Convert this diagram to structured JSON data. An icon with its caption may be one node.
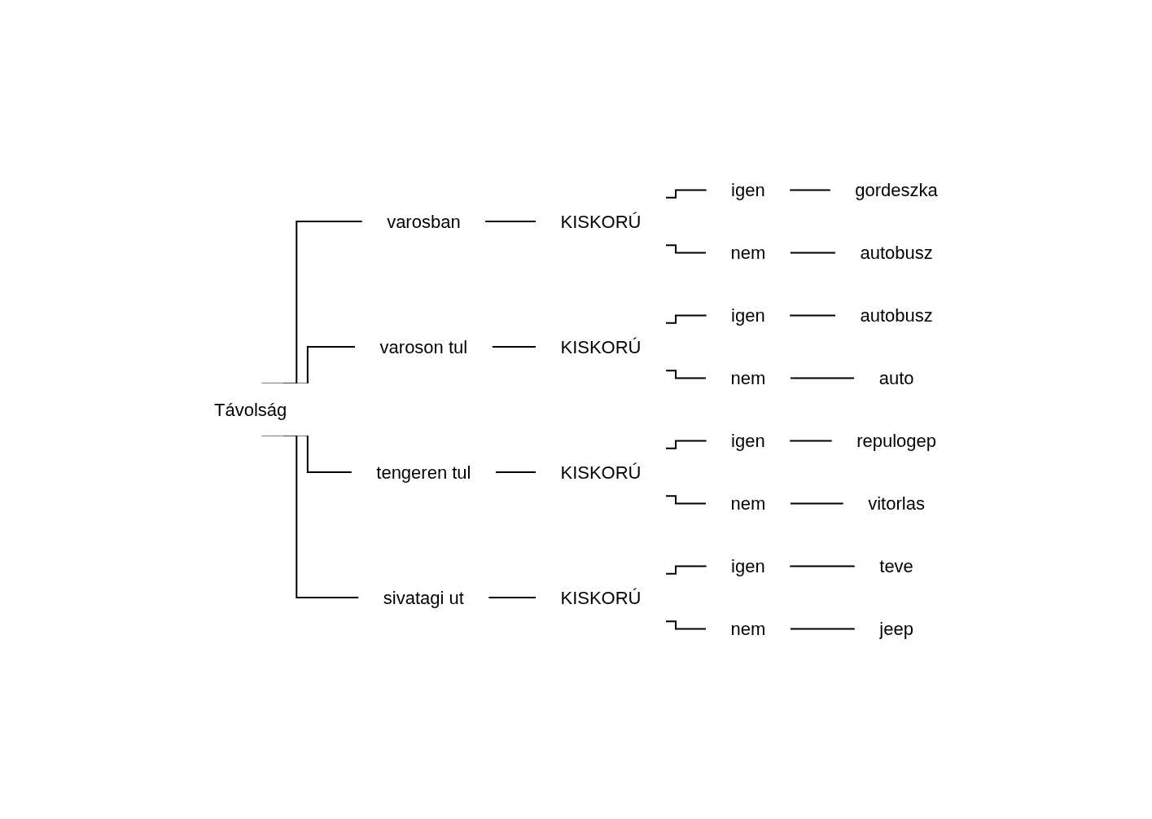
{
  "diagram": {
    "nodes": [
      {
        "text": [
          "Távolság"
        ]
      },
      {
        "text": [
          "varosban"
        ]
      },
      {
        "text": [
          "KISKORÚ"
        ]
      },
      {
        "text": [
          "igen"
        ]
      },
      {
        "text": [
          "gordeszka"
        ]
      },
      {
        "text": [
          "nem"
        ]
      },
      {
        "text": [
          "autobusz"
        ]
      },
      {
        "text": [
          "varoson tul"
        ]
      },
      {
        "text": [
          "KISKORÚ"
        ]
      },
      {
        "text": [
          "igen"
        ]
      },
      {
        "text": [
          "autobusz"
        ]
      },
      {
        "text": [
          "nem"
        ]
      },
      {
        "text": [
          "auto"
        ]
      },
      {
        "text": [
          "tengeren tul"
        ]
      },
      {
        "text": [
          "KISKORÚ"
        ]
      },
      {
        "text": [
          "igen"
        ]
      },
      {
        "text": [
          "repulogep"
        ]
      },
      {
        "text": [
          "nem"
        ]
      },
      {
        "text": [
          "vitorlas"
        ]
      },
      {
        "text": [
          "sivatagi ut"
        ]
      },
      {
        "text": [
          "KISKORÚ"
        ]
      },
      {
        "text": [
          "igen"
        ]
      },
      {
        "text": [
          "teve"
        ]
      },
      {
        "text": [
          "nem"
        ]
      },
      {
        "text": [
          "jeep"
        ]
      }
    ],
    "edges": [
      {
        "from": 0,
        "to": 1,
        "arrow": "none"
      },
      {
        "from": 1,
        "to": 2,
        "arrow": "none"
      },
      {
        "from": 2,
        "to": 3,
        "arrow": "none"
      },
      {
        "from": 3,
        "to": 4,
        "arrow": "none"
      },
      {
        "from": 2,
        "to": 5,
        "arrow": "none"
      },
      {
        "from": 5,
        "to": 6,
        "arrow": "none"
      },
      {
        "from": 0,
        "to": 7,
        "arrow": "none"
      },
      {
        "from": 7,
        "to": 8,
        "arrow": "none"
      },
      {
        "from": 8,
        "to": 9,
        "arrow": "none"
      },
      {
        "from": 9,
        "to": 10,
        "arrow": "none"
      },
      {
        "from": 8,
        "to": 11,
        "arrow": "none"
      },
      {
        "from": 11,
        "to": 12,
        "arrow": "none"
      },
      {
        "from": 0,
        "to": 13,
        "arrow": "none"
      },
      {
        "from": 13,
        "to": 14,
        "arrow": "none"
      },
      {
        "from": 14,
        "to": 15,
        "arrow": "none"
      },
      {
        "from": 15,
        "to": 16,
        "arrow": "none"
      },
      {
        "from": 14,
        "to": 17,
        "arrow": "none"
      },
      {
        "from": 17,
        "to": 18,
        "arrow": "none"
      },
      {
        "from": 0,
        "to": 19,
        "arrow": "none"
      },
      {
        "from": 19,
        "to": 20,
        "arrow": "none"
      },
      {
        "from": 20,
        "to": 21,
        "arrow": "none"
      },
      {
        "from": 21,
        "to": 22,
        "arrow": "none"
      },
      {
        "from": 20,
        "to": 23,
        "arrow": "none"
      },
      {
        "from": 23,
        "to": 24,
        "arrow": "none"
      }
    ]
  }
}
